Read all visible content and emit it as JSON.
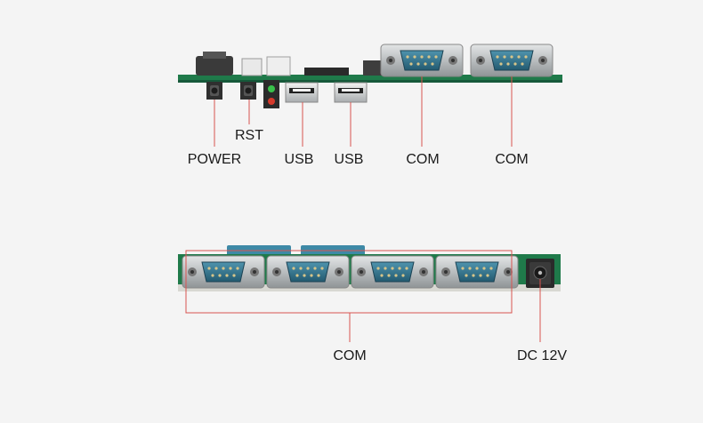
{
  "top_board": {
    "labels": {
      "power": "POWER",
      "rst": "RST",
      "usb_1": "USB",
      "usb_2": "USB",
      "com_1": "COM",
      "com_2": "COM"
    }
  },
  "bottom_board": {
    "labels": {
      "com_group": "COM",
      "dc_power": "DC 12V"
    }
  },
  "colors": {
    "pcb_green": "#1f7a4a",
    "connector_metal": "#c9ccce",
    "port_blue": "#2f6f8a",
    "leader_red": "#d9534f",
    "label_text": "#1a1a1a",
    "background": "#f4f4f4"
  }
}
